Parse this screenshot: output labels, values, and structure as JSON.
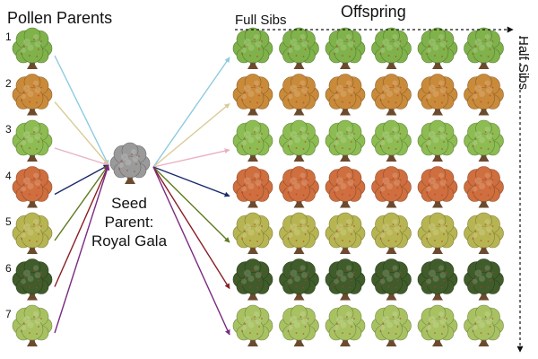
{
  "titles": {
    "pollen_parents": "Pollen Parents",
    "offspring": "Offspring",
    "full_sibs": "Full Sibs",
    "half_sibs": "Half Sibs"
  },
  "seed_parent": {
    "line1": "Seed",
    "line2": "Parent:",
    "line3": "Royal Gala",
    "color": "#9a9a9a"
  },
  "pollen_parents": [
    {
      "number": "1",
      "color": "#7fb24a",
      "arrow_color": "#8ecae0"
    },
    {
      "number": "2",
      "color": "#c98a3a",
      "arrow_color": "#d9cc96"
    },
    {
      "number": "3",
      "color": "#8cbc52",
      "arrow_color": "#eab0c4"
    },
    {
      "number": "4",
      "color": "#cf6e3e",
      "arrow_color": "#1b2a6e"
    },
    {
      "number": "5",
      "color": "#b7b552",
      "arrow_color": "#5c7a1e"
    },
    {
      "number": "6",
      "color": "#3f5c2a",
      "arrow_color": "#8a1e24"
    },
    {
      "number": "7",
      "color": "#a8c262",
      "arrow_color": "#7a2a82"
    }
  ],
  "offspring_per_row": 6
}
